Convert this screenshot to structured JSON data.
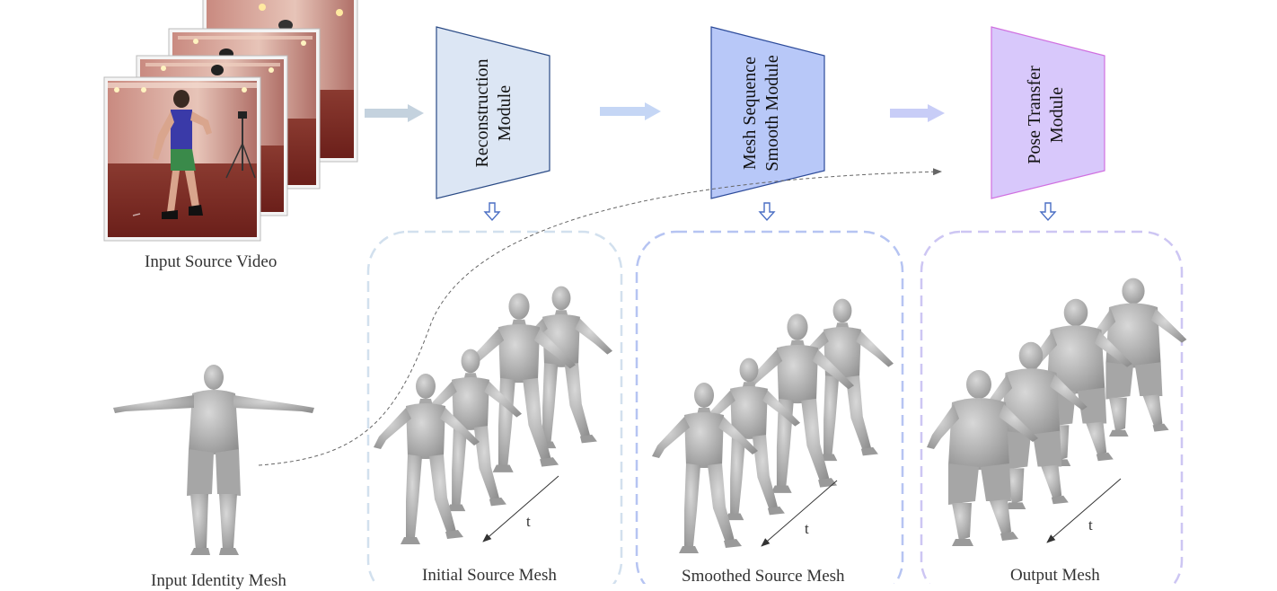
{
  "modules": {
    "reconstruction": {
      "line1": "Reconstruction",
      "line2": "Module",
      "fill": "#dce6f4",
      "stroke": "#2a4a85"
    },
    "smooth": {
      "line1": "Mesh Sequence",
      "line2": "Smooth Module",
      "fill": "#b8c8f8",
      "stroke": "#2d4b9a"
    },
    "pose_transfer": {
      "line1": "Pose Transfer",
      "line2": "Module",
      "fill": "#d8c8fb",
      "stroke": "#d070e0"
    }
  },
  "labels": {
    "input_video": "Input Source Video",
    "input_identity": "Input Identity Mesh",
    "initial_mesh": "Initial Source Mesh",
    "smoothed_mesh": "Smoothed Source Mesh",
    "output_mesh": "Output Mesh"
  },
  "time_label": "t",
  "colors": {
    "arrow1": "#c4d2de",
    "arrow2": "#c5d6f5",
    "arrow3": "#c8cdf7",
    "panel1_border": "#d2e0ee",
    "panel2_border": "#b6c4f2",
    "panel3_border": "#cdc6f3",
    "mesh_body": "#b8b8b8",
    "down_arrow": "#4a6ec4"
  }
}
